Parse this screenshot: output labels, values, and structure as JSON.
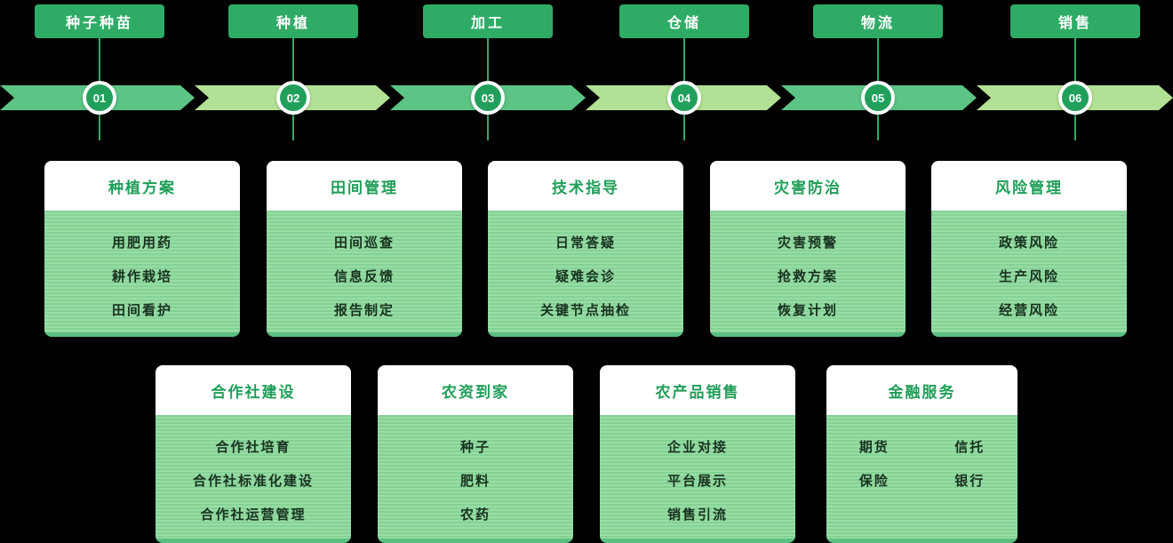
{
  "colors": {
    "accent_green": "#2eac66",
    "band_medium": "#5cc485",
    "band_light": "#b2e094",
    "card_title_green": "#1f9e58",
    "card_body_green": "#8fd79d"
  },
  "stages": [
    {
      "label": "种子种苗",
      "num": "01"
    },
    {
      "label": "种植",
      "num": "02"
    },
    {
      "label": "加工",
      "num": "03"
    },
    {
      "label": "仓储",
      "num": "04"
    },
    {
      "label": "物流",
      "num": "05"
    },
    {
      "label": "销售",
      "num": "06"
    }
  ],
  "middle_cards": [
    {
      "title": "种植方案",
      "items": [
        "用肥用药",
        "耕作栽培",
        "田间看护"
      ]
    },
    {
      "title": "田间管理",
      "items": [
        "田间巡查",
        "信息反馈",
        "报告制定"
      ]
    },
    {
      "title": "技术指导",
      "items": [
        "日常答疑",
        "疑难会诊",
        "关键节点抽检"
      ]
    },
    {
      "title": "灾害防治",
      "items": [
        "灾害预警",
        "抢救方案",
        "恢复计划"
      ]
    },
    {
      "title": "风险管理",
      "items": [
        "政策风险",
        "生产风险",
        "经营风险"
      ]
    }
  ],
  "bottom_cards": [
    {
      "title": "合作社建设",
      "items": [
        "合作社培育",
        "合作社标准化建设",
        "合作社运营管理"
      ]
    },
    {
      "title": "农资到家",
      "items": [
        "种子",
        "肥料",
        "农药"
      ]
    },
    {
      "title": "农产品销售",
      "items": [
        "企业对接",
        "平台展示",
        "销售引流"
      ]
    },
    {
      "title": "金融服务",
      "items": [
        "期货",
        "信托",
        "保险",
        "银行"
      ]
    }
  ]
}
